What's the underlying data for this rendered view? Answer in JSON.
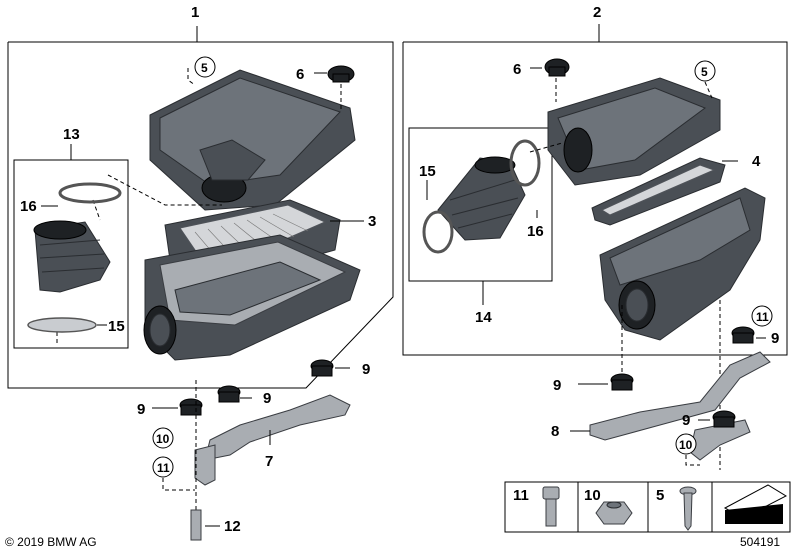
{
  "diagram": {
    "callouts": {
      "c1": "1",
      "c2": "2",
      "c3": "3",
      "c4": "4",
      "c5a": "5",
      "c5b": "5",
      "c6a": "6",
      "c6b": "6",
      "c7": "7",
      "c8": "8",
      "c9a": "9",
      "c9b": "9",
      "c9c": "9",
      "c9d": "9",
      "c9e": "9",
      "c9f": "9",
      "c10a": "10",
      "c10b": "10",
      "c11a": "11",
      "c11b": "11",
      "c12": "12",
      "c13": "13",
      "c14": "14",
      "c15a": "15",
      "c15b": "15",
      "c16a": "16",
      "c16b": "16"
    },
    "legend_box": {
      "item1": "11",
      "item2": "10",
      "item3": "5"
    },
    "copyright": "© 2019 BMW AG",
    "image_number": "504191"
  },
  "colors": {
    "part_dark": "#4a4f55",
    "part_mid": "#6d737a",
    "part_light": "#a9adb2",
    "background": "#ffffff"
  }
}
